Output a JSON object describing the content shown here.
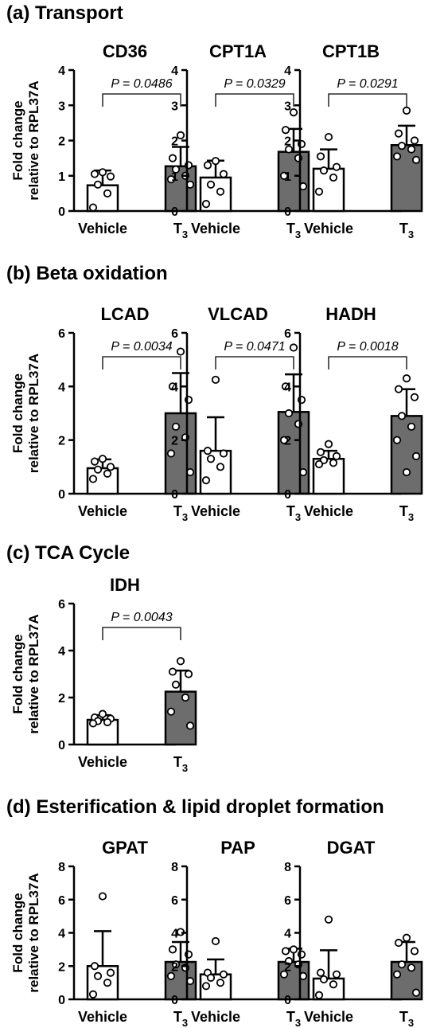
{
  "panels": [
    {
      "label": "(a) Transport",
      "charts": [
        {
          "type": "bar",
          "title": "CD36",
          "ylabel": [
            "Fold change",
            "relative to RPL37A"
          ],
          "ylim": [
            0,
            4
          ],
          "yticks": [
            0,
            1,
            2,
            3,
            4
          ],
          "categories": [
            "Vehicle",
            "T3"
          ],
          "values": [
            0.73,
            1.27
          ],
          "errors": [
            0.42,
            0.55
          ],
          "pvalue": "P = 0.0486",
          "points": [
            [
              1.1,
              1.05,
              0.98,
              0.75,
              0.5,
              0.1
            ],
            [
              2.15,
              1.5,
              1.3,
              1.18,
              1.0,
              0.9,
              0.75
            ]
          ]
        },
        {
          "type": "bar",
          "title": "CPT1A",
          "ylabel": [
            "Fold change",
            "relative to RPL37A"
          ],
          "ylim": [
            0,
            4
          ],
          "yticks": [
            0,
            1,
            2,
            3,
            4
          ],
          "categories": [
            "Vehicle",
            "T3"
          ],
          "values": [
            0.95,
            1.68
          ],
          "errors": [
            0.48,
            0.65
          ],
          "pvalue": "P = 0.0329",
          "points": [
            [
              1.42,
              1.3,
              1.05,
              0.75,
              0.55,
              0.2
            ],
            [
              2.8,
              2.3,
              1.9,
              1.75,
              1.5,
              1.0,
              0.7
            ]
          ]
        },
        {
          "type": "bar",
          "title": "CPT1B",
          "ylabel": [
            "Fold change",
            "relative to RPL37A"
          ],
          "ylim": [
            0,
            4
          ],
          "yticks": [
            0,
            1,
            2,
            3,
            4
          ],
          "categories": [
            "Vehicle",
            "T3"
          ],
          "values": [
            1.2,
            1.87
          ],
          "errors": [
            0.55,
            0.55
          ],
          "pvalue": "P = 0.0291",
          "points": [
            [
              2.1,
              1.55,
              1.25,
              1.15,
              0.95,
              0.55
            ],
            [
              2.85,
              2.2,
              2.0,
              1.85,
              1.75,
              1.55,
              1.45
            ]
          ]
        }
      ]
    },
    {
      "label": "(b) Beta oxidation",
      "charts": [
        {
          "type": "bar",
          "title": "LCAD",
          "ylabel": [
            "Fold change",
            "relative to RPL37A"
          ],
          "ylim": [
            0,
            6
          ],
          "yticks": [
            0,
            2,
            4,
            6
          ],
          "categories": [
            "Vehicle",
            "T3"
          ],
          "values": [
            0.95,
            3.0
          ],
          "errors": [
            0.33,
            1.5
          ],
          "pvalue": "P = 0.0034",
          "points": [
            [
              1.3,
              1.2,
              1.0,
              0.9,
              0.75,
              0.55
            ],
            [
              5.3,
              4.0,
              3.5,
              2.5,
              2.1,
              1.5,
              0.8
            ]
          ]
        },
        {
          "type": "bar",
          "title": "VLCAD",
          "ylabel": [
            "Fold change",
            "relative to RPL37A"
          ],
          "ylim": [
            0,
            6
          ],
          "yticks": [
            0,
            2,
            4,
            6
          ],
          "categories": [
            "Vehicle",
            "T3"
          ],
          "values": [
            1.6,
            3.05
          ],
          "errors": [
            1.25,
            1.4
          ],
          "pvalue": "P = 0.0471",
          "points": [
            [
              4.25,
              1.6,
              1.5,
              1.3,
              1.0,
              0.5
            ],
            [
              5.45,
              4.0,
              3.5,
              3.0,
              2.6,
              2.0,
              0.8
            ]
          ]
        },
        {
          "type": "bar",
          "title": "HADH",
          "ylabel": [
            "Fold change",
            "relative to RPL37A"
          ],
          "ylim": [
            0,
            6
          ],
          "yticks": [
            0,
            2,
            4,
            6
          ],
          "categories": [
            "Vehicle",
            "T3"
          ],
          "values": [
            1.3,
            2.9
          ],
          "errors": [
            0.3,
            1.0
          ],
          "pvalue": "P = 0.0018",
          "points": [
            [
              1.85,
              1.55,
              1.4,
              1.25,
              1.15,
              1.1
            ],
            [
              4.3,
              3.9,
              3.6,
              2.9,
              2.5,
              2.0,
              1.4,
              0.8
            ]
          ]
        }
      ]
    },
    {
      "label": "(c) TCA Cycle",
      "charts": [
        {
          "type": "bar",
          "title": "IDH",
          "ylabel": [
            "Fold change",
            "relative to RPL37A"
          ],
          "ylim": [
            0,
            6
          ],
          "yticks": [
            0,
            2,
            4,
            6
          ],
          "categories": [
            "Vehicle",
            "T3"
          ],
          "values": [
            1.05,
            2.25
          ],
          "errors": [
            0.2,
            0.9
          ],
          "pvalue": "P = 0.0043",
          "points": [
            [
              1.3,
              1.15,
              1.1,
              1.0,
              0.95,
              0.9
            ],
            [
              3.55,
              3.1,
              3.0,
              2.55,
              2.0,
              1.4,
              0.8
            ]
          ]
        }
      ]
    },
    {
      "label": "(d) Esterification & lipid droplet formation",
      "charts": [
        {
          "type": "bar",
          "title": "GPAT",
          "ylabel": [
            "Fold change",
            "relative to RPL37A"
          ],
          "ylim": [
            0,
            8
          ],
          "yticks": [
            0,
            2,
            4,
            6,
            8
          ],
          "categories": [
            "Vehicle",
            "T3"
          ],
          "values": [
            2.0,
            2.25
          ],
          "errors": [
            2.1,
            1.2
          ],
          "pvalue": "",
          "points": [
            [
              6.2,
              2.0,
              1.6,
              1.4,
              1.0,
              0.3
            ],
            [
              4.05,
              3.0,
              2.7,
              2.1,
              1.9,
              1.4,
              1.1
            ]
          ]
        },
        {
          "type": "bar",
          "title": "PAP",
          "ylabel": [
            "Fold change",
            "relative to RPL37A"
          ],
          "ylim": [
            0,
            8
          ],
          "yticks": [
            0,
            2,
            4,
            6,
            8
          ],
          "categories": [
            "Vehicle",
            "T3"
          ],
          "values": [
            1.5,
            2.25
          ],
          "errors": [
            0.9,
            0.8
          ],
          "pvalue": "",
          "points": [
            [
              3.5,
              1.6,
              1.5,
              1.3,
              1.0,
              0.8
            ],
            [
              3.0,
              2.9,
              2.7,
              2.3,
              2.1,
              1.5,
              1.4
            ]
          ]
        },
        {
          "type": "bar",
          "title": "DGAT",
          "ylabel": [
            "Fold change",
            "relative to RPL37A"
          ],
          "ylim": [
            0,
            8
          ],
          "yticks": [
            0,
            2,
            4,
            6,
            8
          ],
          "categories": [
            "Vehicle",
            "T3"
          ],
          "values": [
            1.25,
            2.25
          ],
          "errors": [
            1.7,
            1.2
          ],
          "pvalue": "",
          "points": [
            [
              4.8,
              1.6,
              1.5,
              1.2,
              0.9,
              0.25
            ],
            [
              3.7,
              3.4,
              2.9,
              2.1,
              1.9,
              1.5,
              0.4
            ]
          ]
        }
      ]
    }
  ],
  "colors": {
    "vehicle_bar": "#ffffff",
    "t3_bar": "#6d6d6d",
    "axis": "#000000"
  }
}
